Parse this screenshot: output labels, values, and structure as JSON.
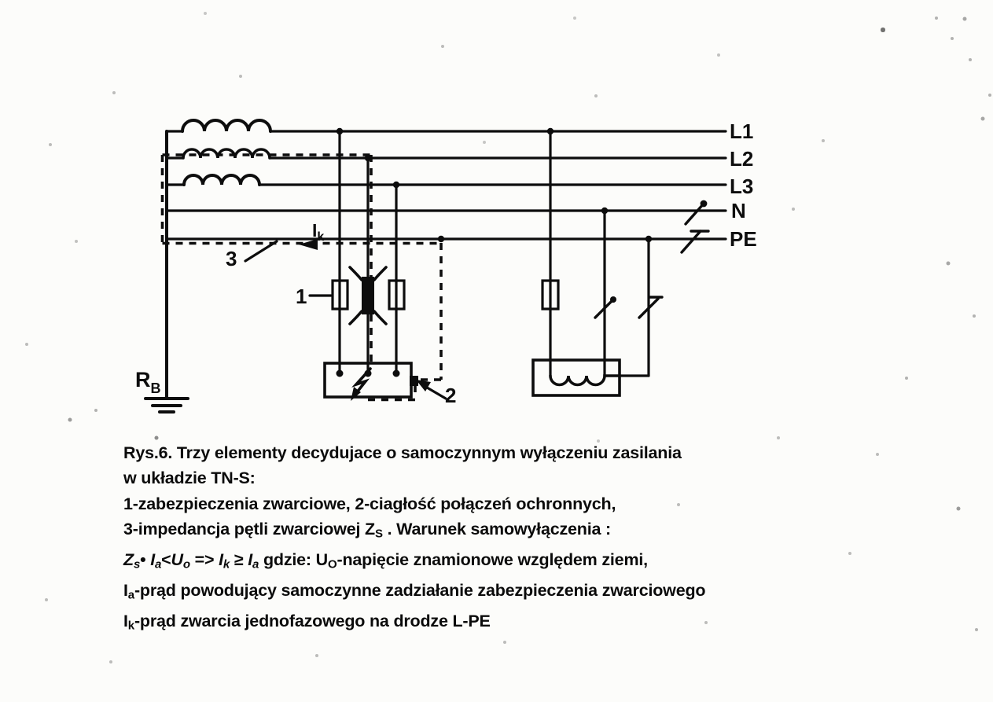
{
  "figure": {
    "line_labels": [
      "L1",
      "L2",
      "L3",
      "N",
      "PE"
    ],
    "callout_1": "1",
    "callout_2": "2",
    "callout_3": "3",
    "current": {
      "base": "I",
      "sub": "k"
    },
    "earth": {
      "base": "R",
      "sub": "B"
    }
  },
  "caption": {
    "lines": [
      {
        "segs": [
          {
            "t": "Rys.6. Trzy elementy decydujace o samoczynnym wyłączeniu zasilania"
          }
        ]
      },
      {
        "segs": [
          {
            "t": "w układzie TN-S:"
          }
        ]
      },
      {
        "segs": [
          {
            "t": "1-zabezpieczenia zwarciowe, 2-ciagłość połączeń ochronnych,"
          }
        ]
      },
      {
        "segs": [
          {
            "t": "3-impedancja pętli zwarciowej Z"
          },
          {
            "t": "S",
            "sub": true
          },
          {
            "t": " . Warunek samowyłączenia :"
          }
        ]
      },
      {
        "segs": [
          {
            "t": "Z",
            "i": true
          },
          {
            "t": "s",
            "sub": true,
            "i": true
          },
          {
            "t": "• "
          },
          {
            "t": "I",
            "i": true
          },
          {
            "t": "a",
            "sub": true,
            "i": true
          },
          {
            "t": "<"
          },
          {
            "t": "U",
            "i": true
          },
          {
            "t": "o",
            "sub": true,
            "i": true
          },
          {
            "t": " => "
          },
          {
            "t": "I",
            "i": true
          },
          {
            "t": "k",
            "sub": true,
            "i": true
          },
          {
            "t": " ≥ "
          },
          {
            "t": "I",
            "i": true
          },
          {
            "t": "a",
            "sub": true,
            "i": true
          },
          {
            "t": "  gdzie: U"
          },
          {
            "t": "O",
            "sub": true
          },
          {
            "t": "-napięcie znamionowe względem ziemi,"
          }
        ]
      },
      {
        "segs": [
          {
            "t": "I"
          },
          {
            "t": "a",
            "sub": true
          },
          {
            "t": "-prąd powodujący samoczynne zadziałanie zabezpieczenia zwarciowego"
          }
        ]
      },
      {
        "segs": [
          {
            "t": "I"
          },
          {
            "t": "k",
            "sub": true
          },
          {
            "t": "-prąd zwarcia jednofazowego na drodze L-PE"
          }
        ]
      }
    ]
  }
}
